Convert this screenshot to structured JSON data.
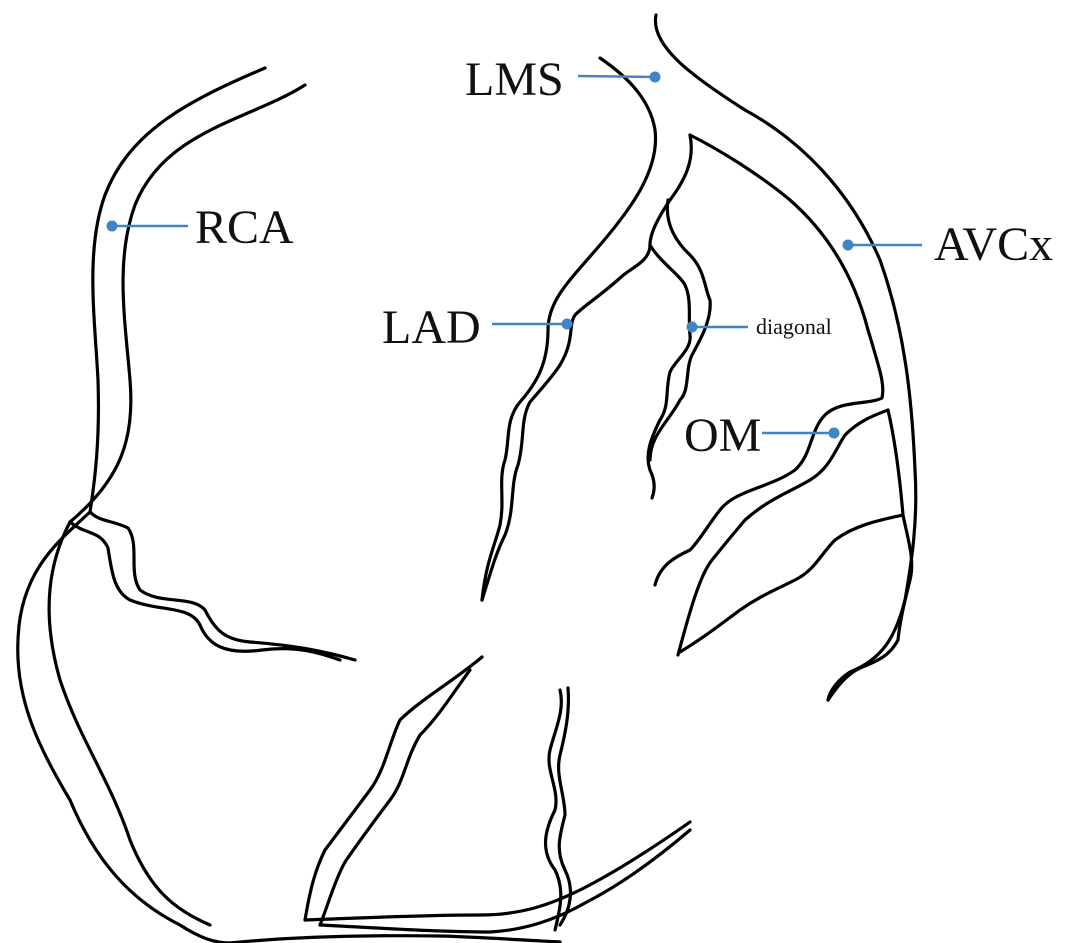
{
  "labels": {
    "lms": "LMS",
    "rca": "RCA",
    "avcx": "AVCx",
    "lad": "LAD",
    "diagonal": "diagonal",
    "om": "OM"
  },
  "colors": {
    "outline": "#000000",
    "leader": "#3f85c4",
    "background": "#ffffff"
  }
}
